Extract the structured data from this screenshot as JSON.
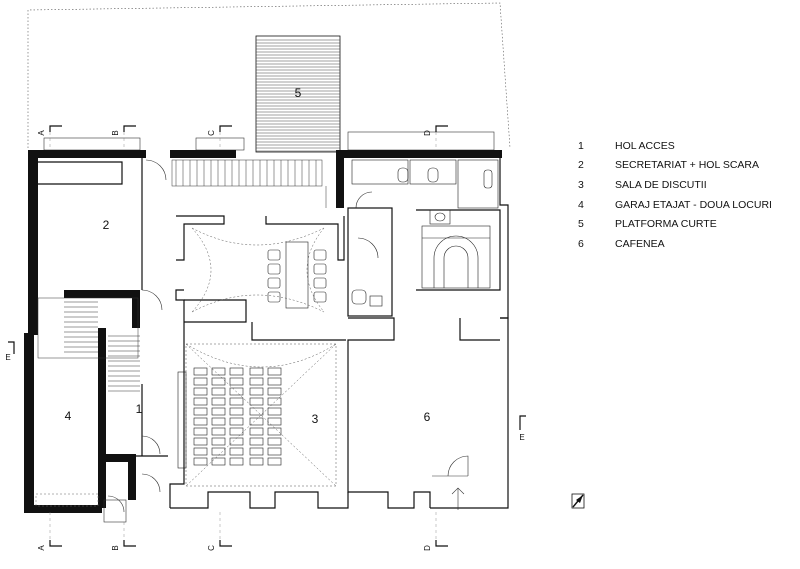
{
  "rooms": {
    "r1": "1",
    "r2": "2",
    "r3": "3",
    "r4": "4",
    "r5": "5",
    "r6": "6"
  },
  "sections": {
    "a": "A",
    "b": "B",
    "c": "C",
    "d": "D",
    "e": "E"
  },
  "legend": [
    {
      "num": "1",
      "label": "HOL ACCES"
    },
    {
      "num": "2",
      "label": "SECRETARIAT + HOL SCARA"
    },
    {
      "num": "3",
      "label": "SALA DE DISCUTII"
    },
    {
      "num": "4",
      "label": "GARAJ ETAJAT - DOUA LOCURI"
    },
    {
      "num": "5",
      "label": "PLATFORMA CURTE"
    },
    {
      "num": "6",
      "label": "CAFENEA"
    }
  ],
  "colors": {
    "ink": "#111111",
    "background": "#ffffff"
  },
  "icons": {
    "north_arrow": "north-arrow-icon"
  }
}
